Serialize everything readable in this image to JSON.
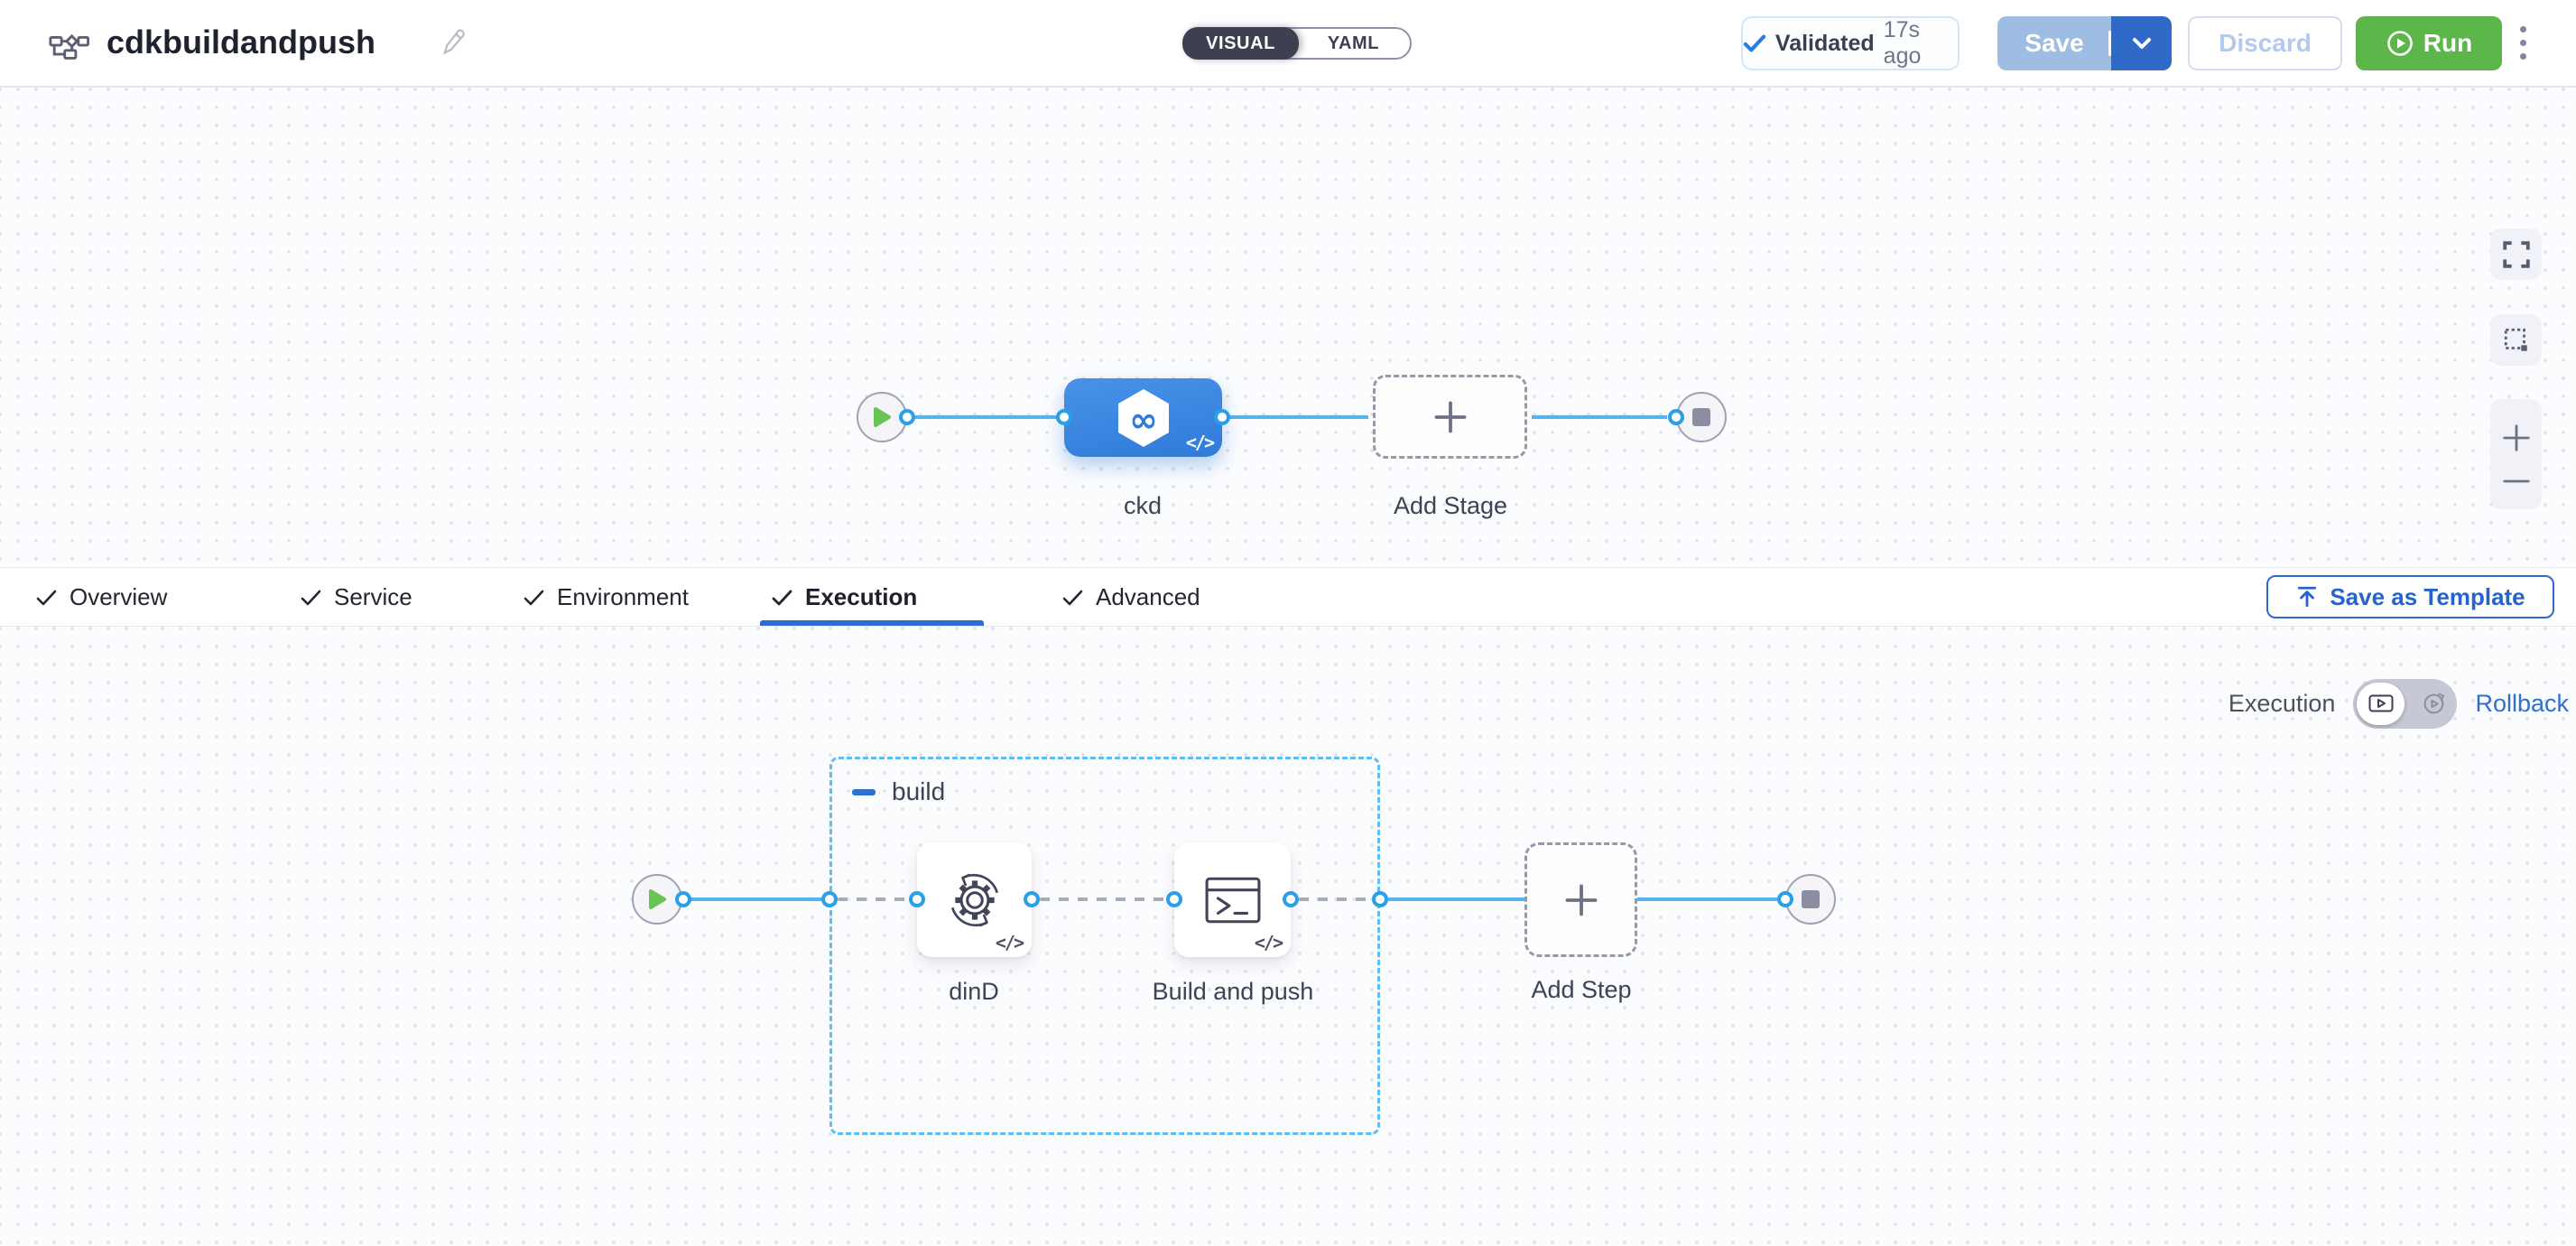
{
  "header": {
    "title": "cdkbuildandpush",
    "view_toggle": {
      "options": [
        "VISUAL",
        "YAML"
      ],
      "selected": "VISUAL"
    },
    "validation": {
      "status": "Validated",
      "time_ago": "17s ago"
    },
    "save_label": "Save",
    "discard_label": "Discard",
    "run_label": "Run"
  },
  "stage_canvas": {
    "stage_label": "ckd",
    "add_stage_label": "Add Stage",
    "code_chip": "</>"
  },
  "tabs": {
    "active": "Execution",
    "items": [
      {
        "label": "Overview",
        "checked": true
      },
      {
        "label": "Service",
        "checked": true
      },
      {
        "label": "Environment",
        "checked": true
      },
      {
        "label": "Execution",
        "checked": true
      },
      {
        "label": "Advanced",
        "checked": true
      }
    ]
  },
  "template_button": {
    "label": "Save as Template"
  },
  "execution_tab": {
    "mode_label": "Execution",
    "rollback_label": "Rollback",
    "group_label": "build",
    "steps": [
      {
        "label": "dinD",
        "icon": "gear-sync-icon"
      },
      {
        "label": "Build and push",
        "icon": "terminal-icon"
      }
    ],
    "add_step_label": "Add Step"
  },
  "icons": {
    "stage_icon": "hexagon-infinity",
    "start_node": "green-play-triangle",
    "end_node": "gray-stop-square"
  },
  "colors": {
    "accent_blue": "#2f6bd4",
    "connector_blue": "#57b3ed",
    "stage_blue": "#2e7bd9",
    "run_green": "#5cb649",
    "save_disabled": "#9dbde3",
    "save_caret": "#2f6ac8",
    "group_dash": "#5fbdf3",
    "toggle_dark": "#3e4052"
  }
}
